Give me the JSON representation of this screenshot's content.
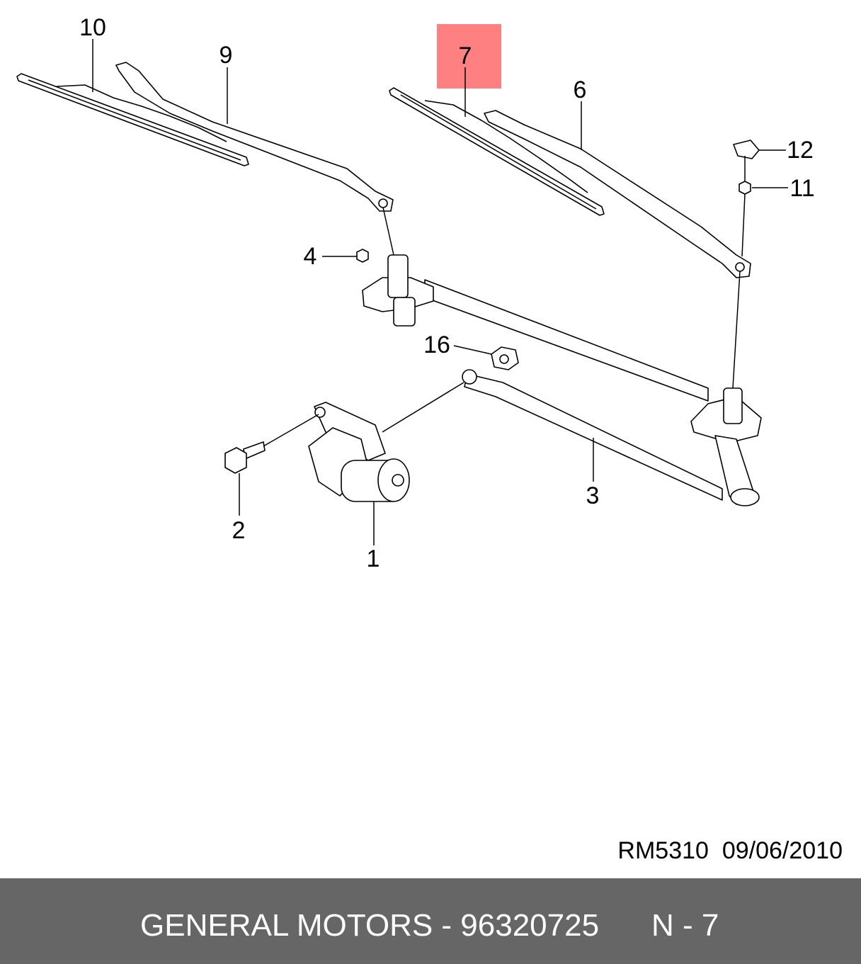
{
  "diagram": {
    "callouts": [
      "10",
      "9",
      "7",
      "6",
      "12",
      "11",
      "4",
      "16",
      "3",
      "2",
      "1"
    ],
    "highlighted_callout": "7",
    "highlight_color": "#ff8080",
    "reference": "RM5310  09/06/2010"
  },
  "footer": {
    "manufacturer_part": "GENERAL MOTORS - 96320725",
    "position": "N - 7",
    "background": "#666666"
  }
}
